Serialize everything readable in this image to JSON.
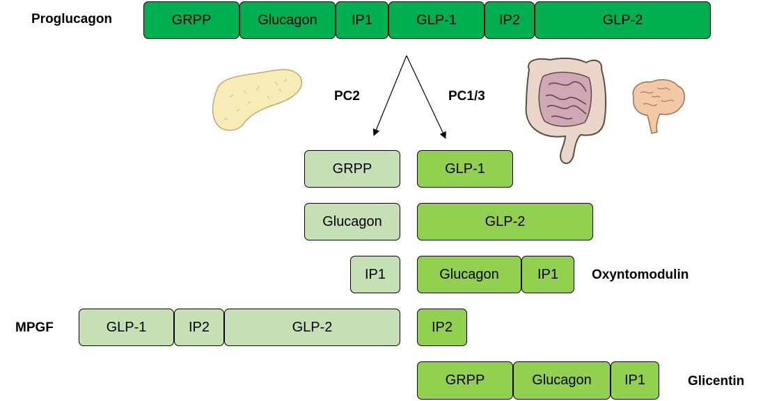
{
  "labels": {
    "proglucagon": "Proglucagon",
    "pc2": "PC2",
    "pc13": "PC1/3",
    "oxyntomodulin": "Oxyntomodulin",
    "mpgf": "MPGF",
    "glicentin": "Glicentin"
  },
  "proglucagon_segments": [
    "GRPP",
    "Glucagon",
    "IP1",
    "GLP-1",
    "IP2",
    "GLP-2"
  ],
  "pc2_products": {
    "grpp": "GRPP",
    "glucagon": "Glucagon",
    "ip1": "IP1",
    "mpgf_segments": [
      "GLP-1",
      "IP2",
      "GLP-2"
    ]
  },
  "pc13_products": {
    "glp1": "GLP-1",
    "glp2": "GLP-2",
    "oxyntomodulin_segments": [
      "Glucagon",
      "IP1"
    ],
    "ip2": "IP2",
    "glicentin_segments": [
      "GRPP",
      "Glucagon",
      "IP1"
    ]
  },
  "colors": {
    "proglucagon": "#00b050",
    "pc2_products": "#c5e0b4",
    "pc13_products": "#92d050"
  },
  "icons": [
    "pancreas-icon",
    "intestine-icon",
    "brain-icon"
  ]
}
